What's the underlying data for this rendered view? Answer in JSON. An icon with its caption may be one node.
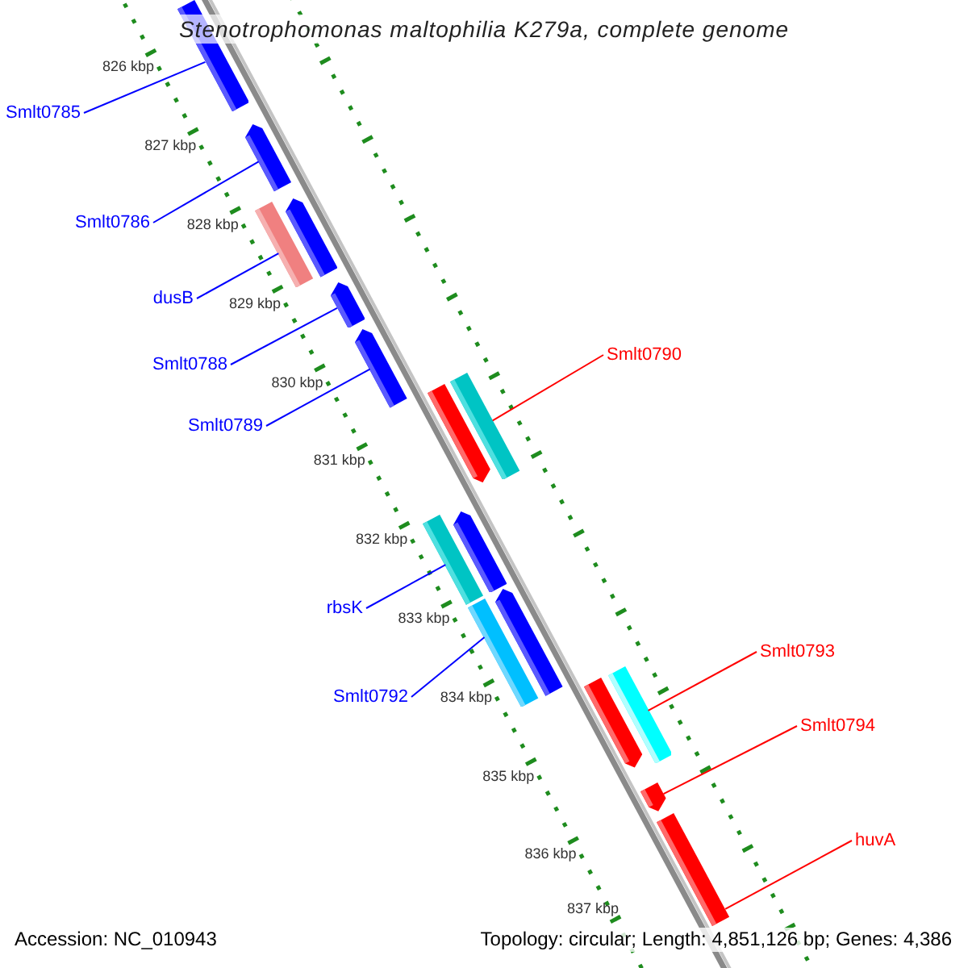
{
  "diagram": {
    "title": "Stenotrophomonas maltophilia K279a, complete genome",
    "nodes": [
      {
        "text": [
          "Smlt0785"
        ]
      },
      {
        "text": [],
        "shape": "bar"
      },
      {
        "text": [
          "Smlt0786"
        ]
      },
      {
        "text": [],
        "shape": "pentagon"
      },
      {
        "text": [
          "dusB"
        ]
      },
      {
        "text": [],
        "shape": "bar"
      },
      {
        "text": [],
        "shape": "pentagon"
      },
      {
        "text": [
          "Smlt0788"
        ]
      },
      {
        "text": [],
        "shape": "pentagon"
      },
      {
        "text": [
          "Smlt0789"
        ]
      },
      {
        "text": [],
        "shape": "pentagon"
      },
      {
        "text": [
          "Smlt0790"
        ]
      },
      {
        "text": [],
        "shape": "pentagon"
      },
      {
        "text": [],
        "shape": "bar"
      },
      {
        "text": [
          "rbsK"
        ]
      },
      {
        "text": [],
        "shape": "bar"
      },
      {
        "text": [],
        "shape": "pentagon"
      },
      {
        "text": [
          "Smlt0792"
        ]
      },
      {
        "text": [],
        "shape": "bar"
      },
      {
        "text": [],
        "shape": "pentagon"
      },
      {
        "text": [
          "Smlt0793"
        ]
      },
      {
        "text": [],
        "shape": "pentagon"
      },
      {
        "text": [],
        "shape": "bar"
      },
      {
        "text": [
          "Smlt0794"
        ]
      },
      {
        "text": [],
        "shape": "pentagon"
      },
      {
        "text": [
          "huvA"
        ]
      },
      {
        "text": [],
        "shape": "bar"
      }
    ],
    "edges": [
      {
        "from": 0,
        "to": 1,
        "arrow": "none"
      },
      {
        "from": 2,
        "to": 3,
        "arrow": "none"
      },
      {
        "from": 4,
        "to": 5,
        "arrow": "none"
      },
      {
        "from": 7,
        "to": 8,
        "arrow": "none"
      },
      {
        "from": 9,
        "to": 10,
        "arrow": "none"
      },
      {
        "from": 11,
        "to": 13,
        "arrow": "none",
        "color": "#ff0000"
      },
      {
        "from": 14,
        "to": 15,
        "arrow": "none"
      },
      {
        "from": 17,
        "to": 18,
        "arrow": "none"
      },
      {
        "from": 20,
        "to": 22,
        "arrow": "none",
        "color": "#ff0000"
      },
      {
        "from": 23,
        "to": 24,
        "arrow": "none",
        "color": "#ff0000"
      },
      {
        "from": 25,
        "to": 26,
        "arrow": "none",
        "color": "#ff0000"
      }
    ],
    "labels": [
      "826 kbp",
      "827 kbp",
      "828 kbp",
      "829 kbp",
      "830 kbp",
      "831 kbp",
      "832 kbp",
      "833 kbp",
      "834 kbp",
      "835 kbp",
      "836 kbp",
      "837 kbp",
      "Accession: NC_010943",
      "Topology: circular; Length: 4,851,126 bp; Genes: 4,386"
    ]
  }
}
